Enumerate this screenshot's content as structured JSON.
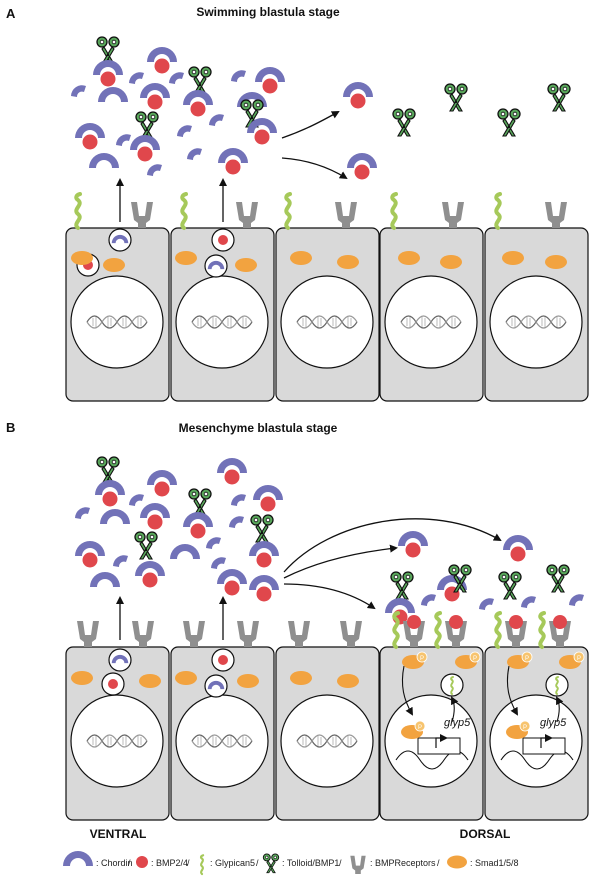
{
  "panel_a": {
    "letter": "A",
    "title": "Swimming blastula stage"
  },
  "panel_b": {
    "letter": "B",
    "title": "Mesenchyme blastula stage",
    "ventral_label": "VENTRAL",
    "dorsal_label": "DORSAL",
    "gene_label": "glyp5",
    "phospho_label": "P"
  },
  "legend": {
    "items": [
      {
        "icon": "chordin-icon",
        "label": ": Chordin",
        "sep": "/"
      },
      {
        "icon": "bmp-icon",
        "label": ": BMP2/4",
        "sep": "/"
      },
      {
        "icon": "glypican-icon",
        "label": ": Glypican5",
        "sep": "/"
      },
      {
        "icon": "scissors-icon",
        "label": ": Tolloid/BMP1",
        "sep": "/"
      },
      {
        "icon": "receptor-icon",
        "label": ": BMPReceptors",
        "sep": "/"
      },
      {
        "icon": "smad-icon",
        "label": ": Smad1/5/8",
        "sep": ""
      }
    ]
  },
  "colors": {
    "chordin": "#7272b8",
    "bmp": "#e0474c",
    "glypican": "#a6c95a",
    "tolloid": "#3a8d45",
    "receptor": "#8f8f8f",
    "smad": "#f2a340",
    "cell": "#d9d9d9"
  }
}
